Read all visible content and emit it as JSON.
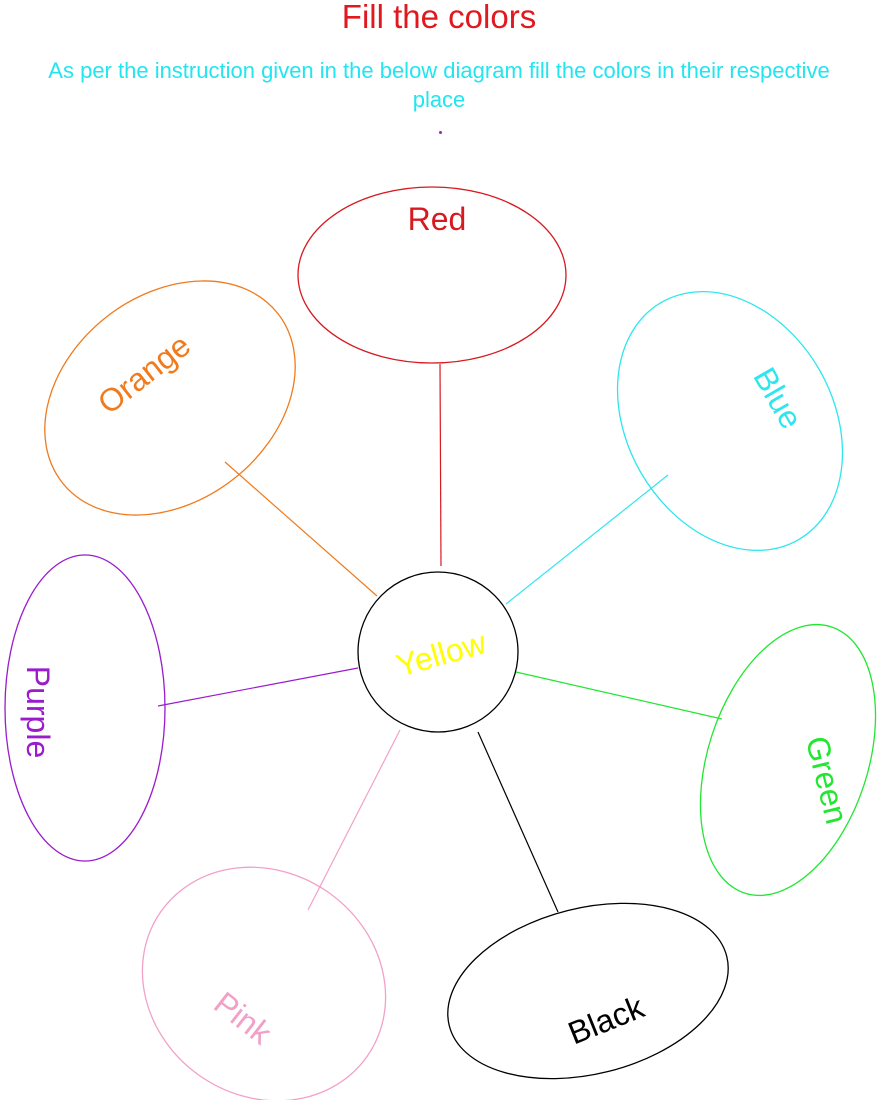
{
  "page": {
    "title": "Fill the colors",
    "instruction": "As per the instruction given in the below diagram fill the colors in their respective place",
    "title_color": "#e0191f",
    "instruction_color": "#22e5ef",
    "dot_color": "#a020c8"
  },
  "diagram": {
    "center": {
      "label": "Yellow",
      "color": "#ffff00",
      "stroke": "#000000"
    },
    "nodes": [
      {
        "id": "red",
        "label": "Red",
        "color": "#d71920"
      },
      {
        "id": "orange",
        "label": "Orange",
        "color": "#f07a1c"
      },
      {
        "id": "blue",
        "label": "Blue",
        "color": "#2ee6ee"
      },
      {
        "id": "purple",
        "label": "Purple",
        "color": "#9a1ccc"
      },
      {
        "id": "green",
        "label": "Green",
        "color": "#22e632"
      },
      {
        "id": "pink",
        "label": "Pink",
        "color": "#f2a0c8"
      },
      {
        "id": "black",
        "label": "Black",
        "color": "#000000"
      }
    ]
  }
}
